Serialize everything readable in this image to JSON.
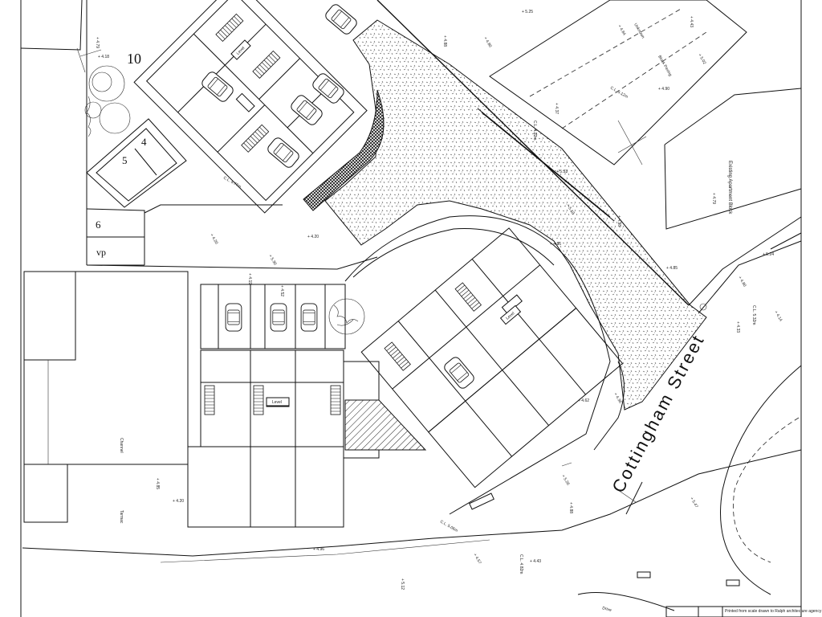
{
  "site_plan": {
    "street_name": "Cottingham Street",
    "plot_labels": [
      {
        "id": "plot-10",
        "text": "10"
      },
      {
        "id": "plot-4",
        "text": "4"
      },
      {
        "id": "plot-5",
        "text": "5"
      },
      {
        "id": "plot-6",
        "text": "6"
      },
      {
        "id": "plot-vp",
        "text": "vp"
      }
    ],
    "annotations": {
      "existing_building": "Existing Apartment Block",
      "channel": "Channel",
      "tarmac": "Tarmac",
      "unknown": "Unknown",
      "drive": "Drive",
      "block_paving": "Block Paving",
      "level_1": "Level",
      "level_2": "Level",
      "level_3": "Level"
    },
    "spot_levels": [
      "4.79",
      "4.18",
      "4.20",
      "4.19",
      "4.20",
      "5.30",
      "4.52",
      "4.86",
      "4.80",
      "4.88",
      "5.25",
      "4.84",
      "4.43",
      "4.90",
      "5.02",
      "4.37",
      "5.33",
      "5.10",
      "4.98",
      "4.85",
      "4.80",
      "4.79",
      "5.24",
      "4.14",
      "4.33",
      "4.62",
      "4.36",
      "4.85",
      "4.20",
      "5.26",
      "4.88",
      "4.43",
      "4.57",
      "5.12",
      "4.96",
      "5.47"
    ],
    "cover_levels": [
      "C.L. 4.77m",
      "C.L. 4.92m",
      "C.L. 5.12m",
      "C.L. 5.32m",
      "C.L. 5.06m",
      "C.L. 4.82m"
    ],
    "title_block_note": "Printed from scale drawn to Ralph architecture agency",
    "colors": {
      "line": "#111111",
      "paper": "#ffffff",
      "hatch": "#222222"
    }
  }
}
